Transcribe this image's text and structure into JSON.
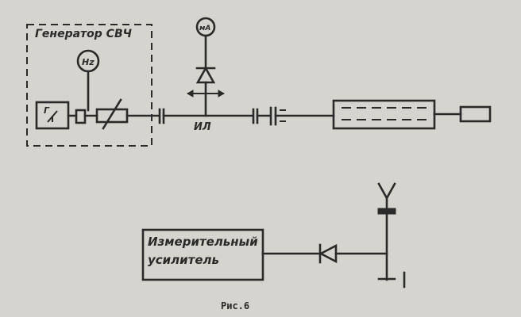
{
  "generator": {
    "title": "Генератор СВЧ"
  },
  "frequency_meter": {
    "label": "Hz"
  },
  "source_block": {
    "label": "Г"
  },
  "microammeter": {
    "label": "мА"
  },
  "line": {
    "label": "ИЛ"
  },
  "amplifier": {
    "line1": "Измерительный",
    "line2": "усилитель"
  },
  "caption": "Рис.6",
  "colors": {
    "ink": "#2a2a2a",
    "paper": "#d6d4cf"
  }
}
